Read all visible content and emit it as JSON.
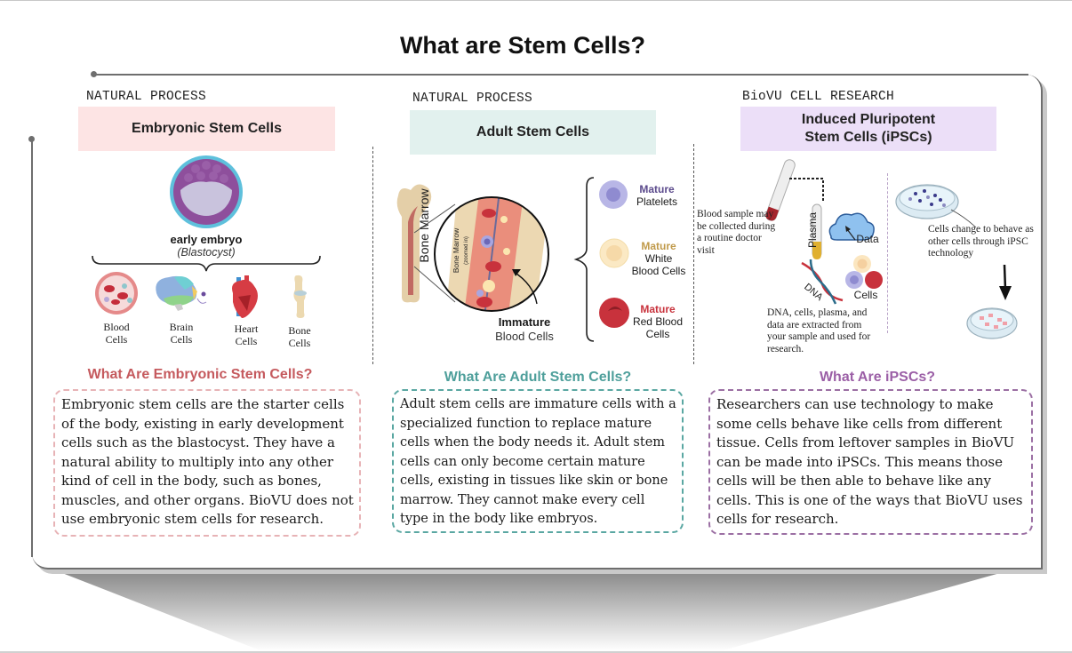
{
  "title": "What are Stem Cells?",
  "colors": {
    "frame": "#6e6e6e",
    "embryonic_box": "#fde4e4",
    "adult_box": "#e2f1ee",
    "ipsc_box": "#ecdff8",
    "embryonic_accent": "#c55a5e",
    "adult_accent": "#4e9f9b",
    "ipsc_accent": "#9b5fa6"
  },
  "columns": {
    "embryonic": {
      "kicker": "NATURAL PROCESS",
      "heading": "Embryonic Stem Cells",
      "embryo_label": "early embryo",
      "embryo_sublabel": "(Blastocyst)",
      "cells": [
        {
          "icon": "blood-cells-icon",
          "line1": "Blood",
          "line2": "Cells"
        },
        {
          "icon": "brain-cells-icon",
          "line1": "Brain",
          "line2": "Cells"
        },
        {
          "icon": "heart-cells-icon",
          "line1": "Heart",
          "line2": "Cells"
        },
        {
          "icon": "bone-cells-icon",
          "line1": "Bone",
          "line2": "Cells"
        }
      ],
      "question": "What Are Embryonic Stem Cells?",
      "description": "Embryonic stem cells are the starter cells of the body, existing in early development cells such as the blastocyst. They have a natural ability to multiply into any other kind of cell in the body, such as bones, muscles, and other organs. BioVU does not use embryonic stem cells for research."
    },
    "adult": {
      "kicker": "NATURAL PROCESS",
      "heading": "Adult Stem Cells",
      "bone_label": "Bone Marrow",
      "zoom_label": "Bone Marrow",
      "zoom_sublabel": "(zoomed in)",
      "immature_bold": "Immature",
      "immature_rest": "Blood Cells",
      "mature": [
        {
          "icon": "platelet-icon",
          "bold": "Mature",
          "rest1": "Platelets",
          "rest2": "",
          "color": "#5b4a8c"
        },
        {
          "icon": "white-blood-cell-icon",
          "bold": "Mature",
          "rest1": "White",
          "rest2": "Blood Cells",
          "color": "#c09a4a"
        },
        {
          "icon": "red-blood-cell-icon",
          "bold": "Mature",
          "rest1": "Red Blood",
          "rest2": "Cells",
          "color": "#c8323c"
        }
      ],
      "question": "What Are Adult Stem Cells?",
      "description": "Adult stem cells are immature cells with a specialized function to replace mature cells when the body needs it. Adult stem cells can only become certain mature cells, existing in tissues like skin or bone marrow. They cannot make every cell type in the body like embryos."
    },
    "ipsc": {
      "kicker": "BioVU CELL RESEARCH",
      "heading_line1": "Induced Pluripotent",
      "heading_line2": "Stem Cells (iPSCs)",
      "blood_sample_text": "Blood sample may be collected during a routine doctor visit",
      "plasma_label": "Plasma",
      "data_label": "Data",
      "dna_label": "DNA",
      "cells_label": "Cells",
      "extract_text": "DNA, cells, plasma, and data are extracted from your sample and used for research.",
      "change_text": "Cells change to behave as other cells through iPSC technology",
      "question": "What Are iPSCs?",
      "description": "Researchers can use technology to make some cells behave like cells from different tissue. Cells from leftover samples in BioVU can be made into iPSCs. This means those cells will be then able to behave like any cells. This is one of the ways that BioVU uses cells for research."
    }
  }
}
